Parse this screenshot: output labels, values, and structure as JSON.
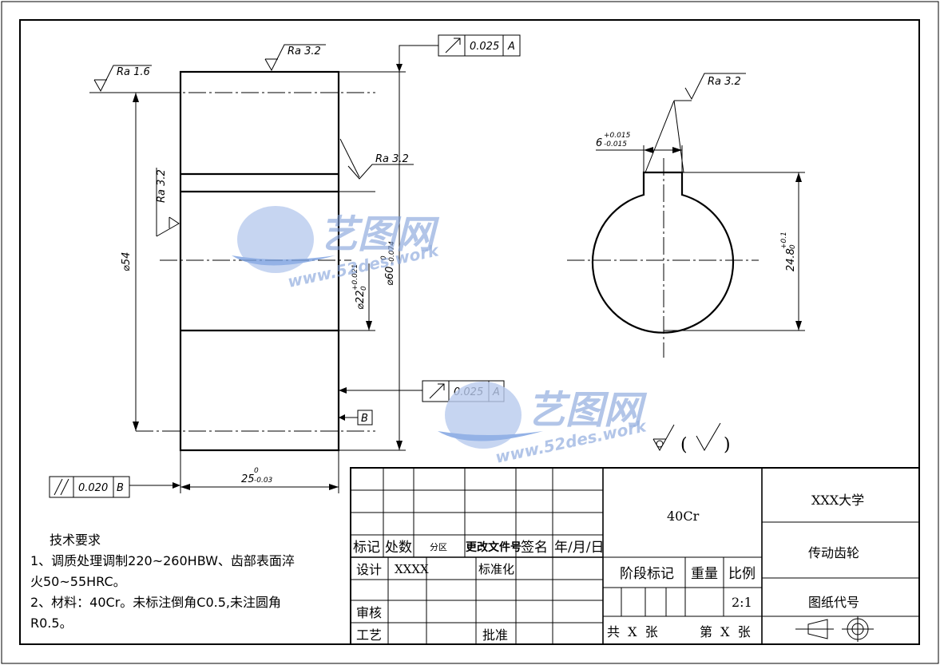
{
  "drawing": {
    "roughness_top": "Ra 3.2",
    "roughness_left": "Ra 1.6",
    "roughness_bore": "Ra 3.2",
    "roughness_right_face": "Ra 3.2",
    "roughness_keyway": "Ra 3.2",
    "tolerance_top": {
      "value": "0.025",
      "datum": "A"
    },
    "tolerance_mid": {
      "value": "0.025",
      "datum": "A"
    },
    "tolerance_parallel": {
      "value": "0.020",
      "datum": "B"
    },
    "datum_b": "B",
    "dim_diameter_54": "⌀54",
    "dim_diameter_60": "⌀60",
    "dim_diameter_60_tol": "-0.074",
    "dim_diameter_60_tol_upper": "0",
    "dim_diameter_22": "⌀22",
    "dim_diameter_22_tol": "+0.021",
    "dim_diameter_22_tol_lower": "0",
    "dim_width_25": "25",
    "dim_width_25_tol_upper": "0",
    "dim_width_25_tol_lower": "-0.03",
    "dim_key_width": "6",
    "dim_key_tol_upper": "+0.015",
    "dim_key_tol_lower": "-0.015",
    "dim_key_depth": "24.8",
    "dim_key_depth_tol_upper": "+0.1",
    "dim_key_depth_tol_lower": "0",
    "general_roughness_paren_open": "(",
    "general_roughness_paren_close": ")"
  },
  "watermark": {
    "name": "艺图网",
    "url": "www.52des.work"
  },
  "notes": {
    "title": "技术要求",
    "line1": "1、调质处理调制220~260HBW、齿部表面淬",
    "line2": "火50~55HRC。",
    "line3": "2、材料：40Cr。未标注倒角C0.5,未注圆角",
    "line4": "R0.5。"
  },
  "title_block": {
    "material": "40Cr",
    "school": "XXX大学",
    "part_name": "传动齿轮",
    "drawing_code": "图纸代号",
    "stage_mark": "阶段标记",
    "weight": "重量",
    "scale_label": "比例",
    "scale": "2:1",
    "sheets": "共  X  张",
    "sheet_no": "第  X  张",
    "mark": "标记",
    "count": "处数",
    "zone": "分区",
    "change_doc": "更改文件号",
    "signature": "签名",
    "date": "年/月/日",
    "design": "设计",
    "designer": "XXXX",
    "standardize": "标准化",
    "review": "审核",
    "process": "工艺",
    "approve": "批准"
  }
}
